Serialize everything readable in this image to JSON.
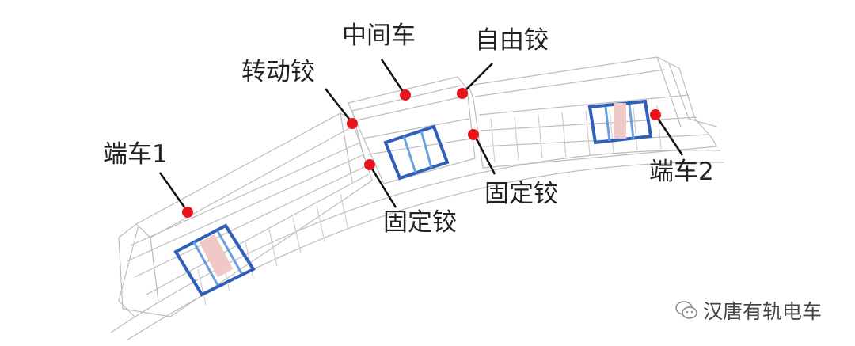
{
  "labels": {
    "middle_car": "中间车",
    "free_hinge": "自由铰",
    "rotating_hinge": "转动铰",
    "end_car_1": "端车1",
    "fixed_hinge_left": "固定铰",
    "fixed_hinge_right": "固定铰",
    "end_car_2": "端车2"
  },
  "watermark": "汉唐有轨电车",
  "colors": {
    "marker": "#e8141c",
    "bogie": "#2f5fb8",
    "wire": "#b8b8b8"
  }
}
